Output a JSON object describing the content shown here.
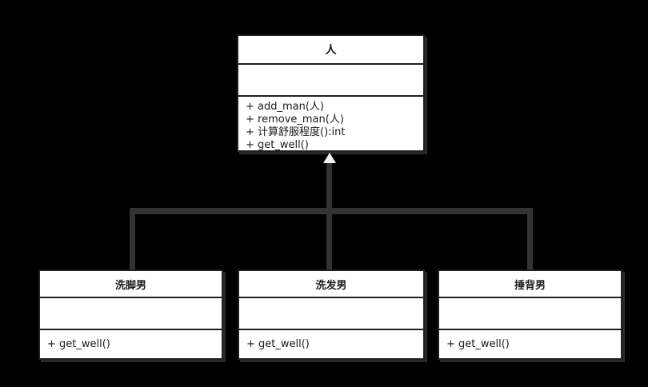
{
  "diagram": {
    "type": "uml-class-diagram",
    "relationship": "generalization",
    "background_color": "#000000",
    "box_fill_color": "#ffffff",
    "box_border_color": "#202020",
    "connector_color": "#333333",
    "arrowhead_color": "#f2f2f2",
    "arrowhead_style": "hollow-triangle"
  },
  "parent": {
    "name": "人",
    "attributes": [],
    "methods": [
      "+ add_man(人)",
      "+ remove_man(人)",
      "+ 计算舒服程度():int",
      "+ get_well()"
    ]
  },
  "children": [
    {
      "name": "洗脚男",
      "attributes": [],
      "methods": [
        "+ get_well()"
      ]
    },
    {
      "name": "洗发男",
      "attributes": [],
      "methods": [
        "+ get_well()"
      ]
    },
    {
      "name": "捶背男",
      "attributes": [],
      "methods": [
        "+ get_well()"
      ]
    }
  ]
}
